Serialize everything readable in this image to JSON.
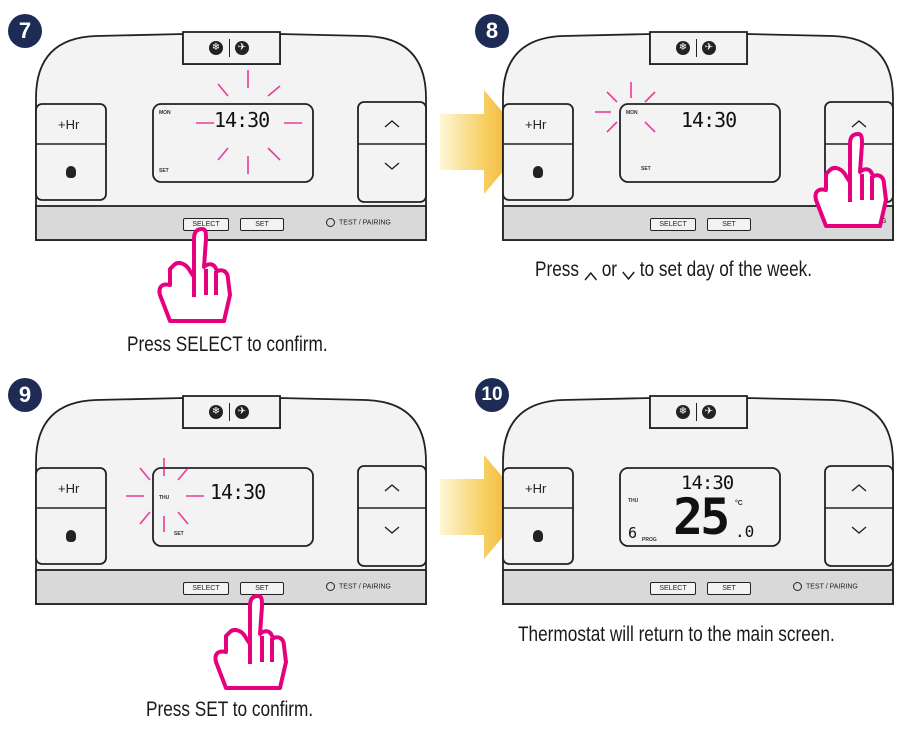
{
  "panels": [
    {
      "step": "7",
      "plus_hr": "+Hr",
      "lcd": {
        "day": "MON",
        "time": "14:30",
        "mode": "SET"
      },
      "strip": {
        "select": "SELECT",
        "set": "SET",
        "test": "TEST / PAIRING"
      },
      "caption": "Press SELECT to confirm."
    },
    {
      "step": "8",
      "plus_hr": "+Hr",
      "lcd": {
        "day": "MON",
        "time": "14:30",
        "mode": "SET"
      },
      "strip": {
        "select": "SELECT",
        "set": "SET",
        "test": "RING"
      },
      "caption_pre": "Press",
      "caption_mid": "or",
      "caption_post": "to set day of the week."
    },
    {
      "step": "9",
      "plus_hr": "+Hr",
      "lcd": {
        "day": "THU",
        "time": "14:30",
        "mode": "SET"
      },
      "strip": {
        "select": "SELECT",
        "set": "SET",
        "test": "TEST / PAIRING"
      },
      "caption": "Press SET to confirm."
    },
    {
      "step": "10",
      "plus_hr": "+Hr",
      "lcd": {
        "day": "THU",
        "time": "14:30",
        "temp": "25",
        "temp_dec": ".0",
        "unit": "°C",
        "prog_num": "6",
        "prog": "PROG"
      },
      "strip": {
        "select": "SELECT",
        "set": "SET",
        "test": "TEST / PAIRING"
      },
      "caption": "Thermostat will return to the main screen."
    }
  ],
  "colors": {
    "accent_magenta": "#e5007e",
    "badge_navy": "#1e2c55",
    "arrow_gold": "#f2b629"
  }
}
